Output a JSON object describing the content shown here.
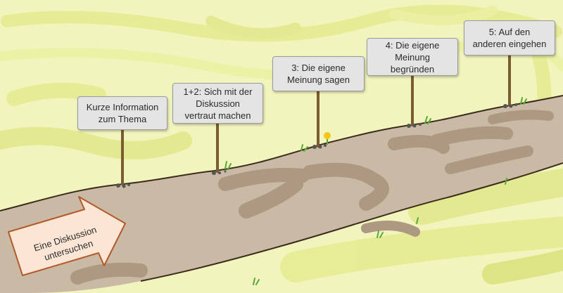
{
  "colors": {
    "grass": "#e9ef9d",
    "grass_light": "#f3f6c4",
    "path": "#c9b9a5",
    "path_dark": "#ad9882",
    "post": "#7a5c2e",
    "sign_fill": "#e4e4e4",
    "arrow_fill": "#fbe6d6",
    "arrow_stroke": "#b25a2a",
    "flower": "#f5c518"
  },
  "signs": [
    {
      "lines": [
        "Kurze Information",
        "zum Thema"
      ]
    },
    {
      "lines": [
        "1+2: Sich mit der",
        "Diskussion",
        "vertraut machen"
      ]
    },
    {
      "lines": [
        "3: Die eigene",
        "Meinung sagen"
      ]
    },
    {
      "lines": [
        "4: Die eigene",
        "Meinung",
        "begründen"
      ]
    },
    {
      "lines": [
        "5: Auf den",
        "anderen eingehen"
      ]
    }
  ],
  "start_arrow": {
    "lines": [
      "Eine Diskussion",
      "untersuchen"
    ]
  }
}
